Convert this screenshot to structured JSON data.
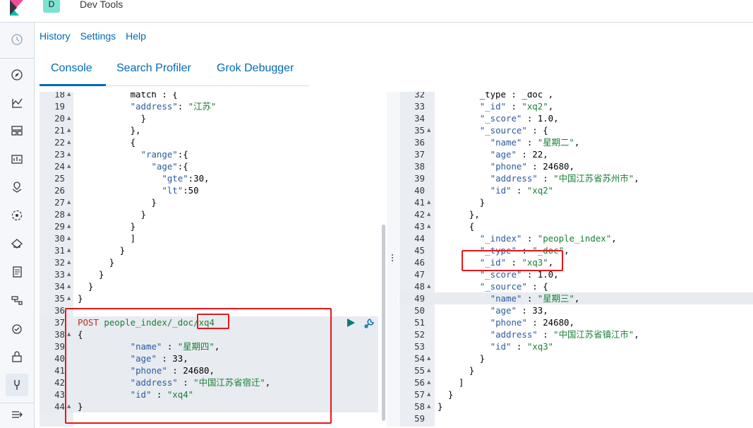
{
  "header": {
    "space_initial": "D",
    "app_title": "Dev Tools"
  },
  "menu": {
    "items": [
      "History",
      "Settings",
      "Help"
    ]
  },
  "tabs": [
    "Console",
    "Search Profiler",
    "Grok Debugger"
  ],
  "nav_icons": [
    "clock-icon",
    "compass-icon",
    "visualize-icon",
    "dashboard-icon",
    "canvas-icon",
    "maps-icon",
    "ml-icon",
    "infrastructure-icon",
    "logs-icon",
    "apm-icon",
    "uptime-icon",
    "siem-icon",
    "devtools-icon",
    "collapse-icon"
  ],
  "colors": {
    "accent": "#006bb4",
    "highlight_box": "#e7161b",
    "method": "#b5301e",
    "string": "#1a7f37",
    "key": "#2c5aa0"
  },
  "editor": {
    "lines": [
      {
        "n": "18",
        "fold": true,
        "text": "          match : {"
      },
      {
        "n": "19",
        "text": "          \"address\": \"江苏\""
      },
      {
        "n": "20",
        "fold": true,
        "text": "            }"
      },
      {
        "n": "21",
        "fold": true,
        "text": "          },"
      },
      {
        "n": "22",
        "fold": true,
        "text": "          {"
      },
      {
        "n": "23",
        "fold": true,
        "text": "            \"range\":{"
      },
      {
        "n": "24",
        "fold": true,
        "text": "              \"age\":{"
      },
      {
        "n": "25",
        "text": "                \"gte\":30,"
      },
      {
        "n": "26",
        "text": "                \"lt\":50"
      },
      {
        "n": "27",
        "fold": true,
        "text": "              }"
      },
      {
        "n": "28",
        "fold": true,
        "text": "            }"
      },
      {
        "n": "29",
        "fold": true,
        "text": "          }"
      },
      {
        "n": "30",
        "fold": true,
        "text": "          ]"
      },
      {
        "n": "31",
        "fold": true,
        "text": "        }"
      },
      {
        "n": "32",
        "fold": true,
        "text": "      }"
      },
      {
        "n": "33",
        "fold": true,
        "text": "    }"
      },
      {
        "n": "34",
        "fold": true,
        "text": "  }"
      },
      {
        "n": "35",
        "fold": true,
        "text": "}"
      },
      {
        "n": "36",
        "text": ""
      },
      {
        "n": "37",
        "text": "POST people_index/_doc/xq4"
      },
      {
        "n": "38",
        "fold": true,
        "text": "{"
      },
      {
        "n": "39",
        "text": "          \"name\" : \"星期四\","
      },
      {
        "n": "40",
        "text": "          \"age\" : 33,"
      },
      {
        "n": "41",
        "text": "          \"phone\" : 24680,"
      },
      {
        "n": "42",
        "text": "          \"address\" : \"中国江苏省宿迁\","
      },
      {
        "n": "43",
        "text": "          \"id\" : \"xq4\""
      },
      {
        "n": "44",
        "fold": true,
        "text": "}"
      }
    ]
  },
  "output": {
    "lines": [
      {
        "n": "32",
        "text": "        _type : _doc ,"
      },
      {
        "n": "33",
        "text": "        \"_id\" : \"xq2\","
      },
      {
        "n": "34",
        "text": "        \"_score\" : 1.0,"
      },
      {
        "n": "35",
        "fold": true,
        "text": "        \"_source\" : {"
      },
      {
        "n": "36",
        "text": "          \"name\" : \"星期二\","
      },
      {
        "n": "37",
        "text": "          \"age\" : 22,"
      },
      {
        "n": "38",
        "text": "          \"phone\" : 24680,"
      },
      {
        "n": "39",
        "text": "          \"address\" : \"中国江苏省苏州市\","
      },
      {
        "n": "40",
        "text": "          \"id\" : \"xq2\""
      },
      {
        "n": "41",
        "fold": true,
        "text": "        }"
      },
      {
        "n": "42",
        "fold": true,
        "text": "      },"
      },
      {
        "n": "43",
        "fold": true,
        "text": "      {"
      },
      {
        "n": "44",
        "text": "        \"_index\" : \"people_index\","
      },
      {
        "n": "45",
        "text": "        \"_type\" : \"_doc\","
      },
      {
        "n": "46",
        "text": "        \"_id\" : \"xq3\","
      },
      {
        "n": "47",
        "text": "        \"_score\" : 1.0,"
      },
      {
        "n": "48",
        "fold": true,
        "text": "        \"_source\" : {"
      },
      {
        "n": "49",
        "text": "          \"name\" : \"星期三\","
      },
      {
        "n": "50",
        "text": "          \"age\" : 33,"
      },
      {
        "n": "51",
        "text": "          \"phone\" : 24680,"
      },
      {
        "n": "52",
        "text": "          \"address\" : \"中国江苏省镇江市\","
      },
      {
        "n": "53",
        "text": "          \"id\" : \"xq3\""
      },
      {
        "n": "54",
        "fold": true,
        "text": "        }"
      },
      {
        "n": "55",
        "fold": true,
        "text": "      }"
      },
      {
        "n": "56",
        "fold": true,
        "text": "    ]"
      },
      {
        "n": "57",
        "fold": true,
        "text": "  }"
      },
      {
        "n": "58",
        "fold": true,
        "text": "}"
      },
      {
        "n": "59",
        "text": ""
      }
    ]
  }
}
